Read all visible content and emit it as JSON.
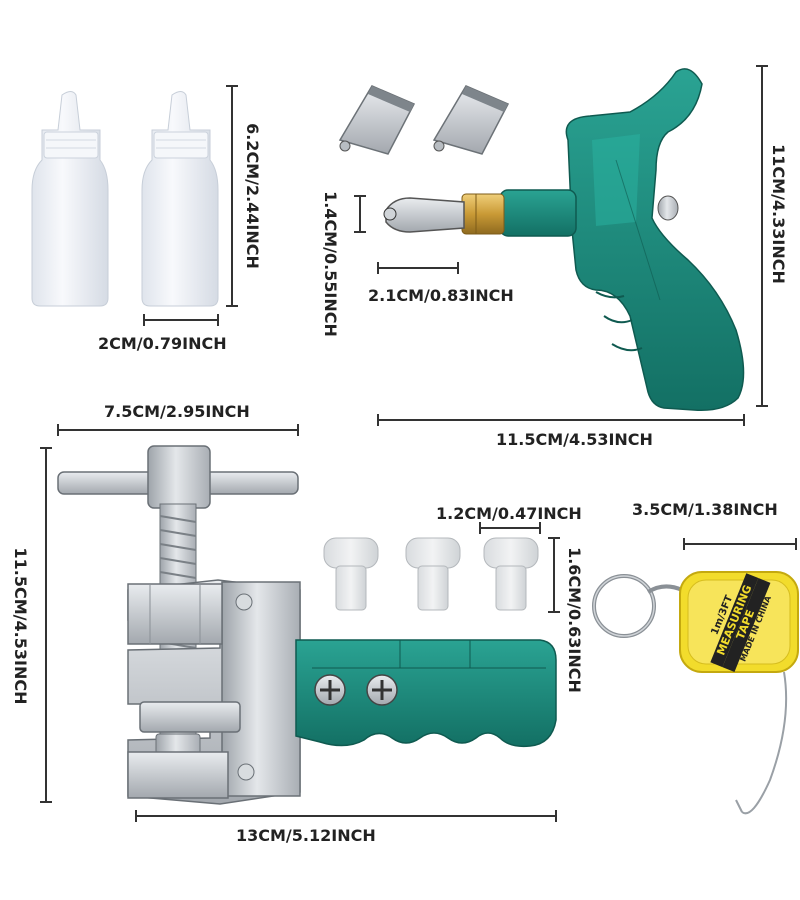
{
  "dimensions": {
    "bottle_height": "6.2CM/2.44INCH",
    "bottle_width": "2CM/0.79INCH",
    "blade_height": "1.4CM/0.55INCH",
    "blade_width": "2.1CM/0.83INCH",
    "cutter_height": "11CM/4.33INCH",
    "cutter_width": "11.5CM/4.53INCH",
    "breaker_top_width": "7.5CM/2.95INCH",
    "breaker_height": "11.5CM/4.53INCH",
    "breaker_width": "13CM/5.12INCH",
    "pad_width": "1.2CM/0.47INCH",
    "pad_height": "1.6CM/0.63INCH",
    "tape_width": "3.5CM/1.38INCH"
  },
  "tape_label": {
    "line1": "1m/3FT",
    "line2": "MEASURING",
    "line3": "TAPE",
    "line4": "MADE IN CHINA"
  },
  "colors": {
    "handle_green": "#1f8c7e",
    "handle_dark": "#157063",
    "steel": "#c8ccd0",
    "brass": "#d2a441",
    "tape_yellow": "#f2dc2c",
    "bottle": "#eef1f6"
  }
}
